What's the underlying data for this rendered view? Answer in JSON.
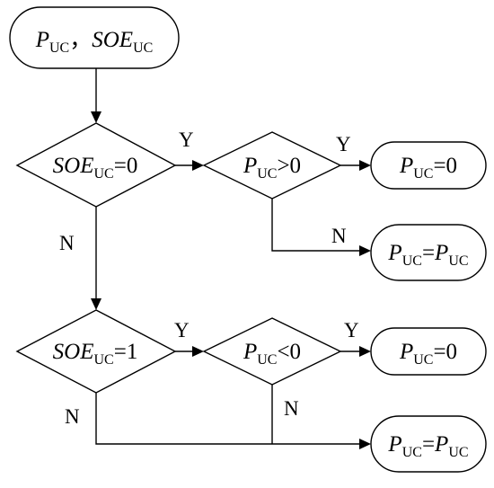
{
  "diagram": {
    "start": {
      "parts": [
        {
          "t": "P",
          "c": "main"
        },
        {
          "t": "UC",
          "c": "sub"
        },
        {
          "t": "，",
          "c": "main-up"
        },
        {
          "t": "SOE",
          "c": "main"
        },
        {
          "t": "UC",
          "c": "sub"
        }
      ]
    },
    "decision_soe0": {
      "parts": [
        {
          "t": "SOE",
          "c": "main"
        },
        {
          "t": "UC",
          "c": "sub"
        },
        {
          "t": "=0",
          "c": "main-up"
        }
      ]
    },
    "decision_p_pos": {
      "parts": [
        {
          "t": "P",
          "c": "main"
        },
        {
          "t": "UC",
          "c": "sub"
        },
        {
          "t": ">0",
          "c": "main-up"
        }
      ]
    },
    "result_zero_1": {
      "parts": [
        {
          "t": "P",
          "c": "main"
        },
        {
          "t": "UC",
          "c": "sub"
        },
        {
          "t": "=0",
          "c": "main-up"
        }
      ]
    },
    "result_keep_1": {
      "parts": [
        {
          "t": "P",
          "c": "main"
        },
        {
          "t": "UC",
          "c": "sub"
        },
        {
          "t": "=",
          "c": "main-up"
        },
        {
          "t": "P",
          "c": "main"
        },
        {
          "t": "UC",
          "c": "sub"
        }
      ]
    },
    "decision_soe1": {
      "parts": [
        {
          "t": "SOE",
          "c": "main"
        },
        {
          "t": "UC",
          "c": "sub"
        },
        {
          "t": "=1",
          "c": "main-up"
        }
      ]
    },
    "decision_p_neg": {
      "parts": [
        {
          "t": "P",
          "c": "main"
        },
        {
          "t": "UC",
          "c": "sub"
        },
        {
          "t": "<0",
          "c": "main-up"
        }
      ]
    },
    "result_zero_2": {
      "parts": [
        {
          "t": "P",
          "c": "main"
        },
        {
          "t": "UC",
          "c": "sub"
        },
        {
          "t": "=0",
          "c": "main-up"
        }
      ]
    },
    "result_keep_2": {
      "parts": [
        {
          "t": "P",
          "c": "main"
        },
        {
          "t": "UC",
          "c": "sub"
        },
        {
          "t": "=",
          "c": "main-up"
        },
        {
          "t": "P",
          "c": "main"
        },
        {
          "t": "UC",
          "c": "sub"
        }
      ]
    },
    "edge_labels": {
      "soe0_yes": "Y",
      "soe0_no": "N",
      "ppos_yes": "Y",
      "ppos_no": "N",
      "soe1_yes": "Y",
      "soe1_no": "N",
      "pneg_yes": "Y",
      "pneg_no": "N"
    }
  }
}
